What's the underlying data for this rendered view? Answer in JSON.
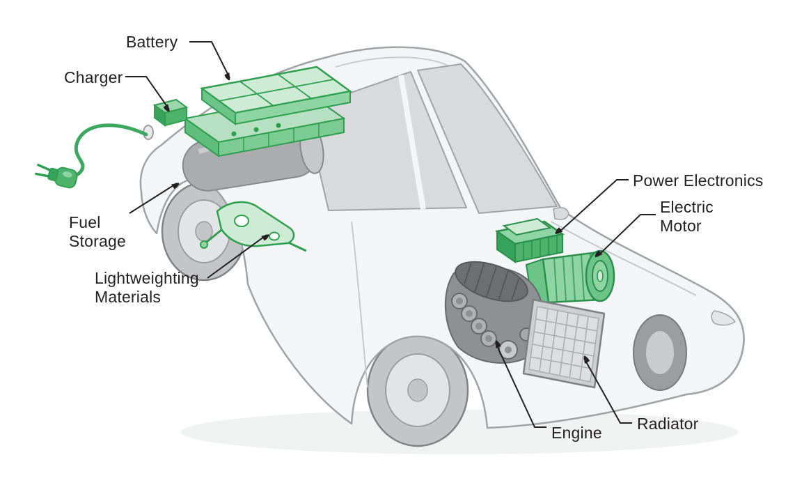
{
  "diagram": {
    "labels": {
      "battery": "Battery",
      "charger": "Charger",
      "fuel_storage": "Fuel Storage",
      "lightweighting": "Lightweighting Materials",
      "power_electronics": "Power Electronics",
      "electric_motor": "Electric Motor",
      "engine": "Engine",
      "radiator": "Radiator"
    },
    "colors": {
      "component_accent": "#2f9e4e",
      "component_fill": "#8fd4a3",
      "component_fill_light": "#cdebd5",
      "car_body_fill": "#f4f5f6",
      "car_outline": "#a0a3a5",
      "label_text": "#231f20",
      "background": "#ffffff"
    }
  }
}
